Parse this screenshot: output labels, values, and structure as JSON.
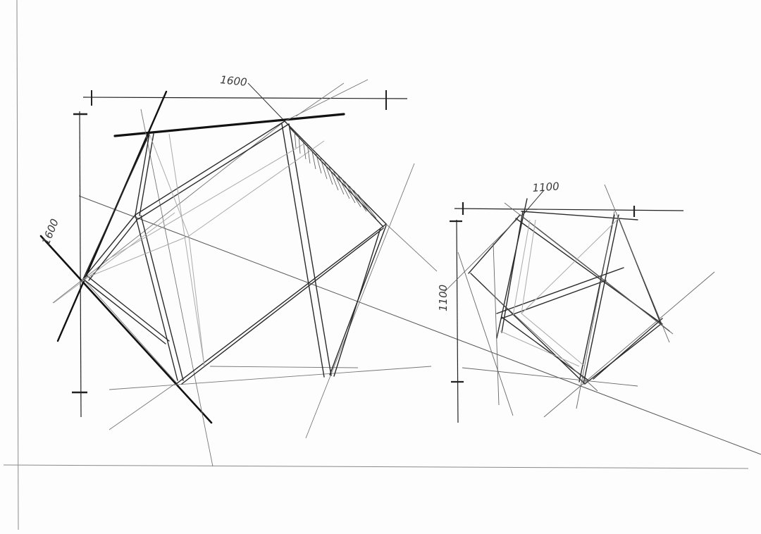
{
  "drawing": {
    "large_figure": {
      "width_label": "1600",
      "height_label": "1600"
    },
    "small_figure": {
      "width_label": "1100",
      "height_label": "1100"
    }
  },
  "colors": {
    "paper": "#fdfdfd",
    "graphite_dark": "#1a1a1a",
    "graphite_mid": "#4a4a4a",
    "graphite_light": "#9a9a9a"
  }
}
